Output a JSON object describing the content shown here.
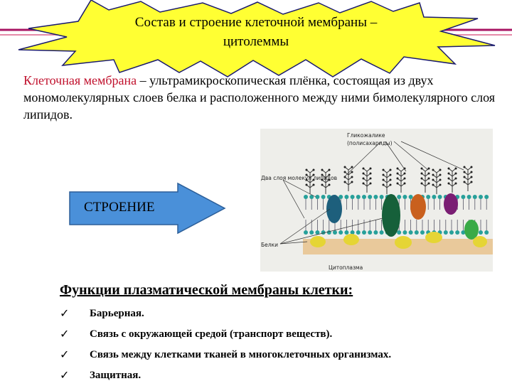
{
  "slide": {
    "title_line1": "Состав и строение клеточной мембраны –",
    "title_line2": "цитолеммы",
    "intro_highlight": "Клеточная мембрана",
    "intro_rest": " – ультрамикроскопическая плёнка, состоящая из двух мономолекулярных слоев белка и расположенного между ними бимолекулярного слоя липидов.",
    "arrow_label": "СТРОЕНИЕ"
  },
  "diagram": {
    "label_glycocalyx_1": "Гликожалике",
    "label_glycocalyx_2": "(полисахариды)",
    "label_lipids": "Два слоя молекул липидов",
    "label_proteins": "Белки",
    "label_cytoplasm": "Цитоплазма"
  },
  "functions": {
    "title": "Функции плазматической мембраны клетки:",
    "check_icon": "check-mark-icon",
    "items": [
      {
        "label": "Барьерная."
      },
      {
        "label": "Связь с окружающей средой (транспорт веществ)."
      },
      {
        "label": "Связь между клетками тканей в многоклеточных организмах."
      },
      {
        "label": "Защитная."
      }
    ]
  },
  "colors": {
    "burst_fill": "#ffff33",
    "burst_stroke": "#1a1a6e",
    "accent_red": "#c0102c",
    "arrow_fill": "#4a90d9",
    "deco_line": "#a81563",
    "membrane_bg": "#eeeeea"
  }
}
